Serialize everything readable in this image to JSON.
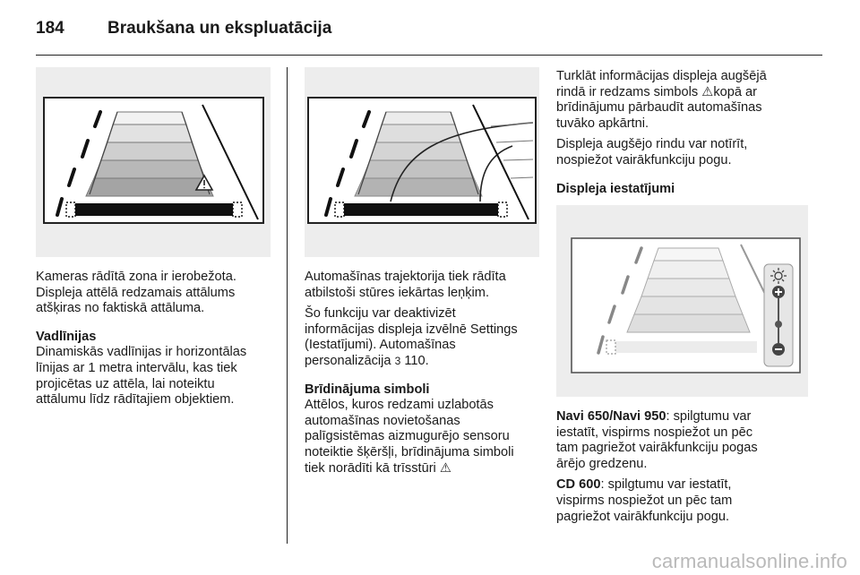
{
  "header": {
    "page_number": "184",
    "title": "Braukšana un ekspluatācija"
  },
  "col1": {
    "p1": [
      "Kameras rādītā zona ir ierobežota.",
      "Displeja attēlā redzamais attālums",
      "atšķiras no faktiskā attāluma."
    ],
    "h1": "Vadlīnijas",
    "p2": [
      "Dinamiskās vadlīnijas ir horizontālas",
      "līnijas ar 1 metra intervālu, kas tiek",
      "projicētas uz attēla, lai noteiktu",
      "attālumu līdz rādītajiem objektiem."
    ]
  },
  "col2": {
    "p1": [
      "Automašīnas trajektorija tiek rādīta",
      "atbilstoši stūres iekārtas leņķim."
    ],
    "p2": [
      "Šo funkciju var deaktivizēt",
      "informācijas displeja izvēlnē Settings",
      "(Iestatījumi). Automašīnas"
    ],
    "p2_last": "personalizācija",
    "p2_ref_icon": "3",
    "p2_ref": "110.",
    "h1": "Brīdinājuma simboli",
    "p3": [
      "Attēlos, kuros redzami uzlabotās",
      "automašīnas novietošanas",
      "palīgsistēmas aizmugurējo sensoru",
      "noteiktie šķēršļi, brīdinājuma simboli"
    ],
    "p3_last": "tiek norādīti kā trīsstūri",
    "warning_icon": "⚠"
  },
  "col3": {
    "p1_a": "Turklāt informācijas displeja augšējā",
    "p1_b_pre": "rindā ir redzams simbols",
    "warning_icon": "⚠",
    "p1_b_post": "kopā ar",
    "p1_c": [
      "brīdinājumu pārbaudīt automašīnas",
      "tuvāko apkārtni."
    ],
    "p2": [
      "Displeja augšējo rindu var notīrīt,",
      "nospiežot vairākfunkciju pogu."
    ],
    "h1": "Displeja iestatījumi",
    "p3_bold": "Navi 650/Navi 950",
    "p3_first": ": spilgtumu var",
    "p3_rest": [
      "iestatīt, vispirms nospiežot un pēc",
      "tam pagriežot vairākfunkciju pogas",
      "ārējo gredzenu."
    ],
    "p4_bold": "CD 600",
    "p4_first": ": spilgtumu var iestatīt,",
    "p4_rest": [
      "vispirms nospiežot un pēc tam",
      "pagriežot vairākfunkciju pogu."
    ]
  },
  "footer": {
    "watermark": "carmanualsonline.info"
  }
}
